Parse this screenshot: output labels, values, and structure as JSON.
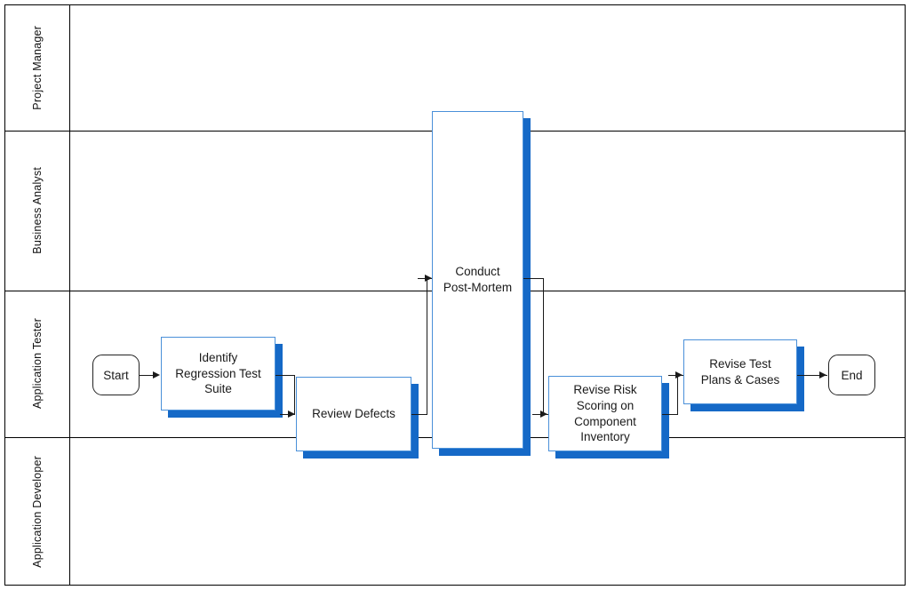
{
  "diagram": {
    "type": "swimlane-flowchart",
    "lanes": [
      {
        "label": "Project Manager"
      },
      {
        "label": "Business Analyst"
      },
      {
        "label": "Application Tester"
      },
      {
        "label": "Application Developer"
      }
    ],
    "nodes": [
      {
        "id": "start",
        "label": "Start",
        "shape": "terminator",
        "lane": "Application Tester"
      },
      {
        "id": "identify",
        "label": "Identify\nRegression Test\nSuite",
        "shape": "task",
        "lane": "Application Tester"
      },
      {
        "id": "review",
        "label": "Review Defects",
        "shape": "task",
        "lane": "Application Tester"
      },
      {
        "id": "postmortem",
        "label": "Conduct\nPost-Mortem",
        "shape": "task",
        "lane": "Business Analyst"
      },
      {
        "id": "revise-risk",
        "label": "Revise Risk\nScoring on\nComponent\nInventory",
        "shape": "task",
        "lane": "Application Tester"
      },
      {
        "id": "revise-test",
        "label": "Revise Test\nPlans & Cases",
        "shape": "task",
        "lane": "Application Tester"
      },
      {
        "id": "end",
        "label": "End",
        "shape": "terminator",
        "lane": "Application Tester"
      }
    ],
    "edges": [
      {
        "from": "start",
        "to": "identify"
      },
      {
        "from": "identify",
        "to": "review"
      },
      {
        "from": "review",
        "to": "postmortem"
      },
      {
        "from": "postmortem",
        "to": "revise-risk"
      },
      {
        "from": "revise-risk",
        "to": "revise-test"
      },
      {
        "from": "revise-test",
        "to": "end"
      }
    ],
    "colors": {
      "task_border": "#4a90d9",
      "task_shadow": "#1569C7",
      "task_fill": "#ffffff",
      "terminator_border": "#222222",
      "connector": "#1a1a1a",
      "lane_border": "#000000"
    }
  }
}
